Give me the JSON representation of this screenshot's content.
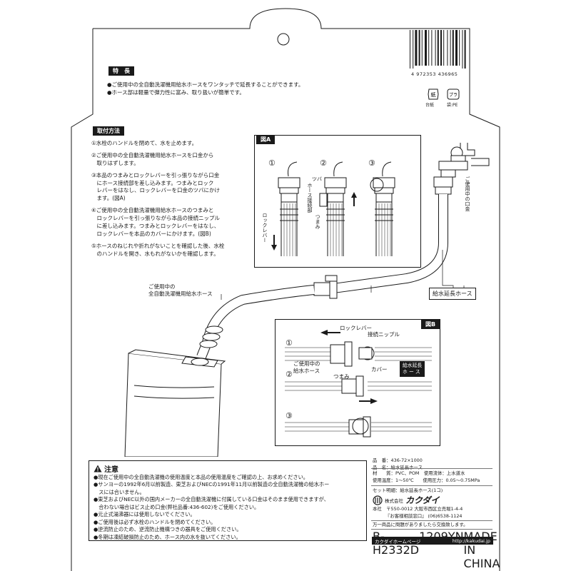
{
  "features": {
    "heading": "特　長",
    "bullets": [
      "●ご使用中の全自動洗濯機用給水ホースをワンタッチで延長することができます。",
      "●ホース部は軽量で弾力性に富み、取り扱いが簡単です。"
    ]
  },
  "barcode": {
    "number": "4 972353 436965"
  },
  "recycle": {
    "paper": "紙",
    "paper_label": "台紙",
    "plastic": "プラ",
    "plastic_label": "袋:PE"
  },
  "install": {
    "heading": "取付方法",
    "steps": [
      [
        "①水栓のハンドルを閉めて、水を止めます。"
      ],
      [
        "②ご使用中の全自動洗濯機用給水ホースを口金から",
        "　取りはずします。"
      ],
      [
        "③本品のつまみとロックレバーを引っ張りながら口金",
        "　にホース接続部を差し込みます。つまみとロック",
        "　レバーをはなし、ロックレバーを口金のツバにかけ",
        "　ます。(図A)"
      ],
      [
        "④ご使用中の全自動洗濯機用給水ホースのつまみと",
        "　ロックレバーを引っ張りながら本品の接続ニップル",
        "　に差し込みます。つまみとロックレバーをはなし、",
        "　ロックレバーを本品のカバーにかけます。(図B)"
      ],
      [
        "⑤ホースのねじれや折れがないことを確認した後、水栓",
        "　のハンドルを開き、水もれがないかを確認します。"
      ]
    ]
  },
  "figA": {
    "label": "図A",
    "nums": [
      "①",
      "②",
      "③"
    ],
    "tsuba": "ツバ",
    "hose_conn": "ホース接続部",
    "knob": "つまみ",
    "lock": "ロックレバー"
  },
  "diagram": {
    "faucet_label": "ご使用中の口金",
    "ext_hose": "給水延長ホース",
    "existing_hose": [
      "ご使用中の",
      "全自動洗濯機用給水ホース"
    ]
  },
  "figB": {
    "label": "図B",
    "nums": [
      "①",
      "②",
      "③"
    ],
    "lock": "ロックレバー",
    "nipple": "接続ニップル",
    "existing": [
      "ご使用中の",
      "給水ホース"
    ],
    "knob": "つまみ",
    "cover": "カバー",
    "ext_label": [
      "給水延長",
      "ホ ー ス"
    ]
  },
  "caution": {
    "heading": "注意",
    "lines": [
      "●現在ご使用中の全自動洗濯機の使用温度と本品の使用温度をご確認の上、お求めください。",
      "●サンヨーの1992年6月以前製造、東芝およびNECの1991年11月以前製造の全自動洗濯機の給水ホー",
      "　スには合いません。",
      "●東芝およびNEC以外の国内メーカーの全自動洗濯機に付属している口金はそのまま使用できますが、",
      "　合わない場合はビス止め口金(弊社品番:436-602)をご使用ください。",
      "●元止式湯沸器には使用しないでください。",
      "●ご使用後は必ず水栓のハンドルを閉めてください。",
      "●逆流防止のため、逆流防止機構つきの器具をご使用ください。",
      "●冬期は凍結破損防止のため、ホース内の水を抜いてください。"
    ]
  },
  "spec": {
    "line1": "品　番：436-72×1000",
    "line2": "品　名：給水延長ホース",
    "line3": "材　　質：PVC、POM　使用流体：上水道水",
    "line4": "使用温度：1～50℃　　使用圧力：0.05～0.75MPa",
    "line5": "セット明細：給水延長ホース(1コ)",
    "brand_prefix": "株式会社",
    "brand": "カクダイ",
    "address1": "本社　〒550-0012 大阪市西区立売堀1-4-4",
    "address2": "『お客様相談窓口』 (06)6538-1124",
    "notice": "万一商品に問題がありましたら交換致します。",
    "code_left": "B-H2332D",
    "code_mid": "1209YN",
    "code_right": "MADE IN CHINA",
    "web_label": "カクダイホームページ",
    "web_url": "http://kakudai.jp"
  }
}
